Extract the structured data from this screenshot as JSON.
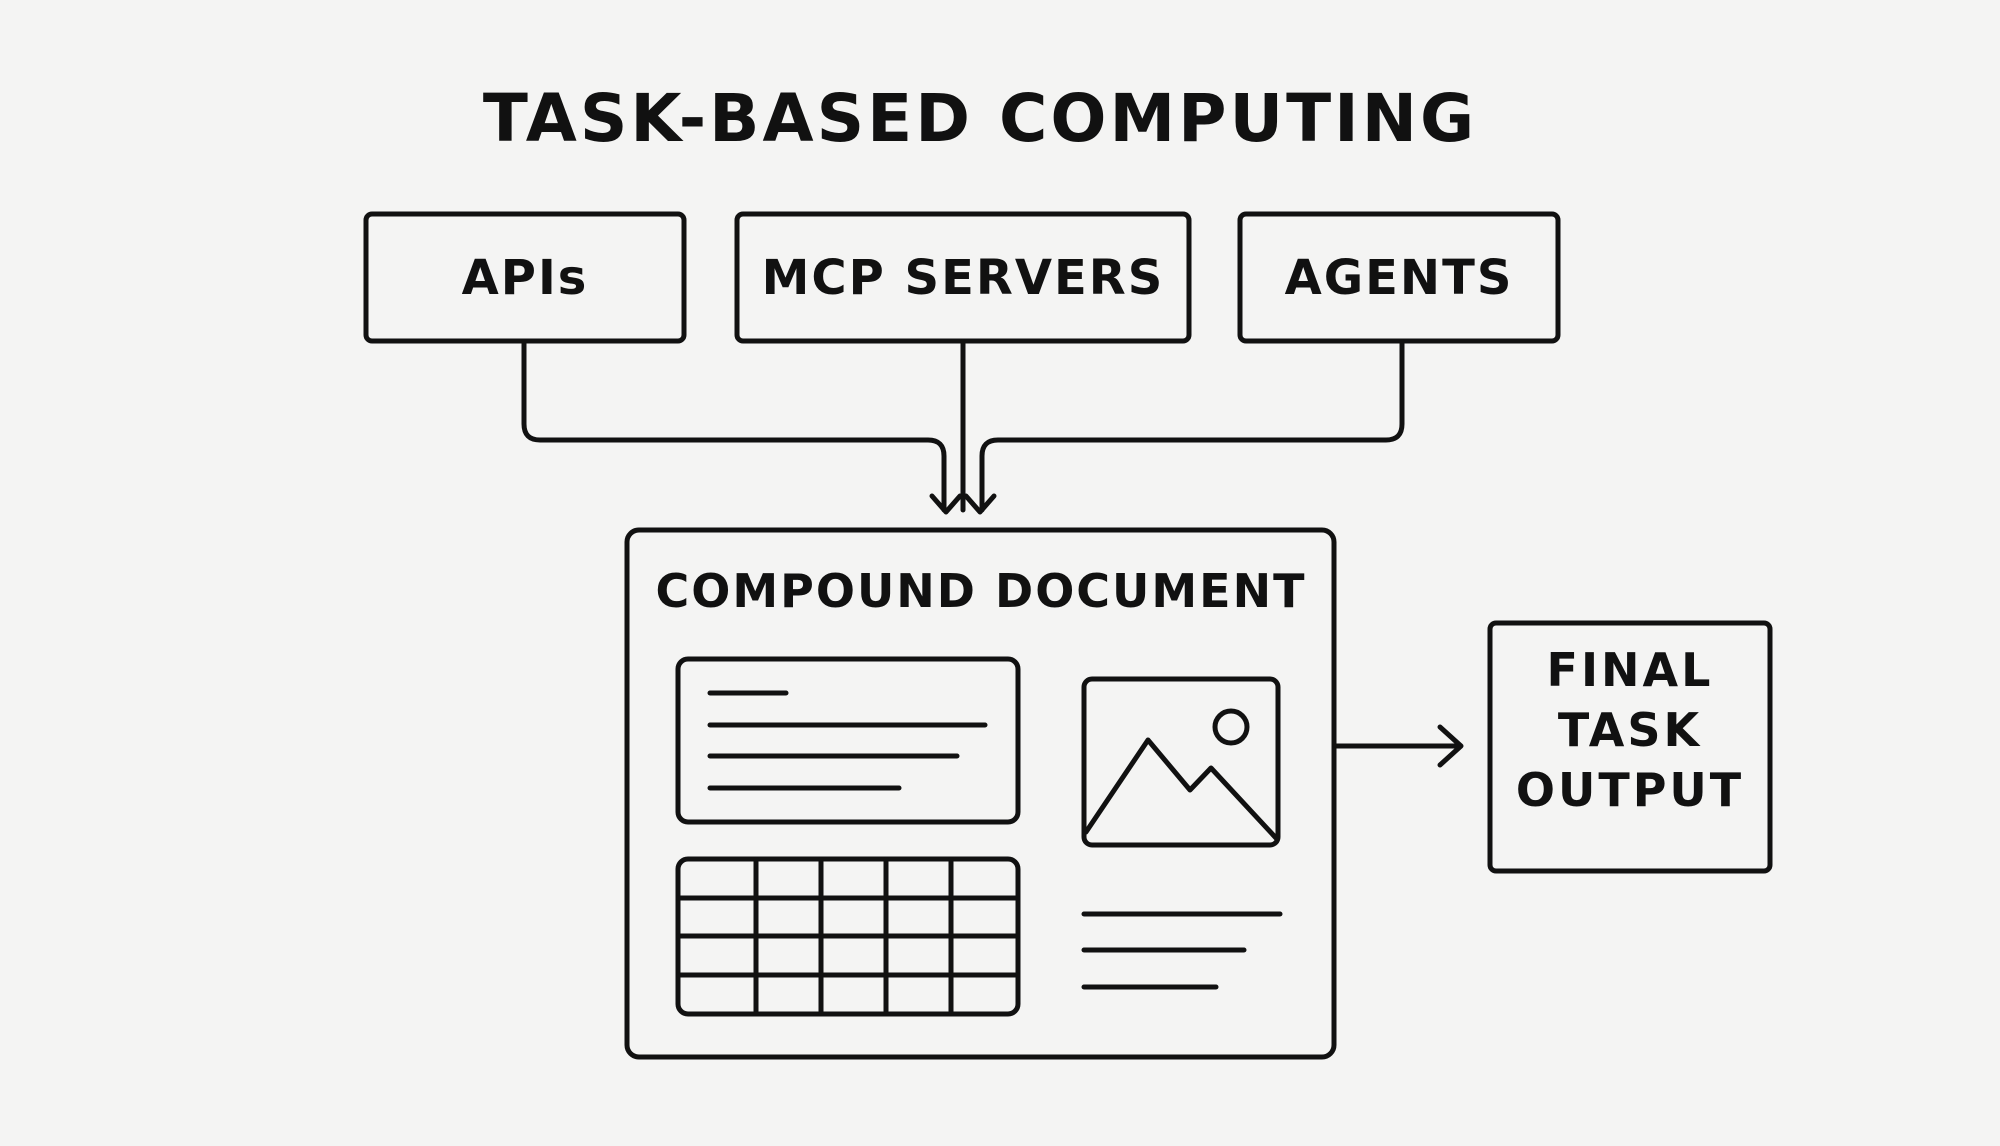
{
  "title": "TASK-BASED COMPUTING",
  "sources": [
    {
      "label": "APIs"
    },
    {
      "label": "MCP SERVERS"
    },
    {
      "label": "AGENTS"
    }
  ],
  "document": {
    "label": "COMPOUND DOCUMENT"
  },
  "output": {
    "lines": [
      "FINAL",
      "TASK",
      "OUTPUT"
    ]
  },
  "colors": {
    "stroke": "#111111",
    "background": "#f4f4f3"
  }
}
